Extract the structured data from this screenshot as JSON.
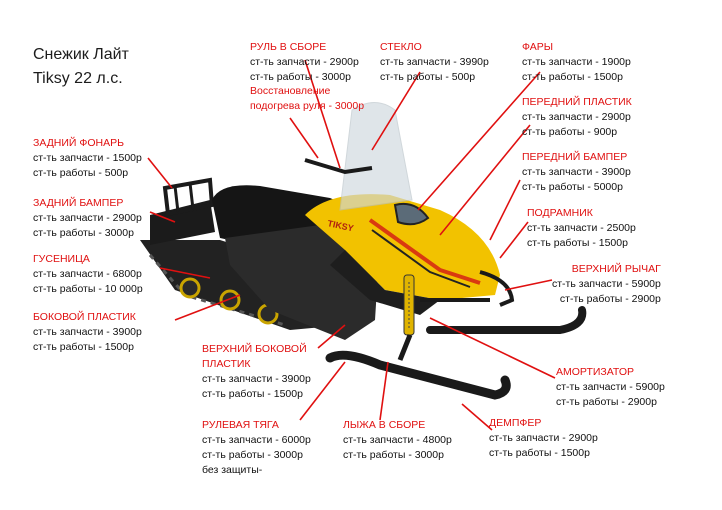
{
  "title": {
    "line1": "Снежик Лайт",
    "line2": "Tiksy 22 л.с."
  },
  "parts": {
    "rul": {
      "name": "РУЛЬ В СБОРЕ",
      "l1": "ст-ть запчасти - 2900р",
      "l2": "ст-ть работы - 3000р"
    },
    "rul_heat": {
      "l1": "Восстановление",
      "l2": "подогрева руля - 3000р"
    },
    "steklo": {
      "name": "СТЕКЛО",
      "l1": "ст-ть запчасти - 3990р",
      "l2": "ст-ть работы - 500р"
    },
    "fary": {
      "name": "ФАРЫ",
      "l1": "ст-ть запчасти - 1900р",
      "l2": "ст-ть работы - 1500р"
    },
    "per_plast": {
      "name": "ПЕРЕДНИЙ ПЛАСТИК",
      "l1": "ст-ть запчасти - 2900р",
      "l2": "ст-ть работы - 900р"
    },
    "per_bamp": {
      "name": "ПЕРЕДНИЙ БАМПЕР",
      "l1": "ст-ть запчасти - 3900р",
      "l2": "ст-ть работы - 5000р"
    },
    "podramnik": {
      "name": "ПОДРАМНИК",
      "l1": "ст-ть запчасти - 2500р",
      "l2": "ст-ть работы - 1500р"
    },
    "verh_rych": {
      "name": "ВЕРХНИЙ РЫЧАГ",
      "l1": "ст-ть запчасти - 5900р",
      "l2": "ст-ть работы - 2900р"
    },
    "amort": {
      "name": "АМОРТИЗАТОР",
      "l1": "ст-ть запчасти - 5900р",
      "l2": "ст-ть работы - 2900р"
    },
    "dempfer": {
      "name": "ДЕМПФЕР",
      "l1": "ст-ть запчасти - 2900р",
      "l2": "ст-ть работы - 1500р"
    },
    "lyzha": {
      "name": "ЛЫЖА В СБОРЕ",
      "l1": "ст-ть запчасти - 4800р",
      "l2": "ст-ть работы - 3000р"
    },
    "rul_tyaga": {
      "name": "РУЛЕВАЯ ТЯГА",
      "l1": "ст-ть запчасти - 6000р",
      "l2": "ст-ть работы - 3000р",
      "l3": "без защиты-"
    },
    "verh_bok": {
      "name1": "ВЕРХНИЙ БОКОВОЙ",
      "name2": "ПЛАСТИК",
      "l1": "ст-ть запчасти - 3900р",
      "l2": "ст-ть работы - 1500р"
    },
    "bok_plast": {
      "name": "БОКОВОЙ ПЛАСТИК",
      "l1": "ст-ть запчасти - 3900р",
      "l2": "ст-ть работы - 1500р"
    },
    "gusenica": {
      "name": "ГУСЕНИЦА",
      "l1": "ст-ть запчасти - 6800р",
      "l2": "ст-ть работы - 10 000р"
    },
    "zad_bamp": {
      "name": "ЗАДНИЙ БАМПЕР",
      "l1": "ст-ть запчасти - 2900р",
      "l2": "ст-ть работы - 3000р"
    },
    "zad_fonar": {
      "name": "ЗАДНИЙ ФОНАРЬ",
      "l1": "ст-ть запчасти - 1500р",
      "l2": "ст-ть работы - 500р"
    }
  },
  "model_badge": "TIKSY",
  "colors": {
    "accent": "#e01010",
    "body_yellow": "#f2c200",
    "body_dark": "#1e1e1e"
  },
  "image": "snowmobile-illustration"
}
